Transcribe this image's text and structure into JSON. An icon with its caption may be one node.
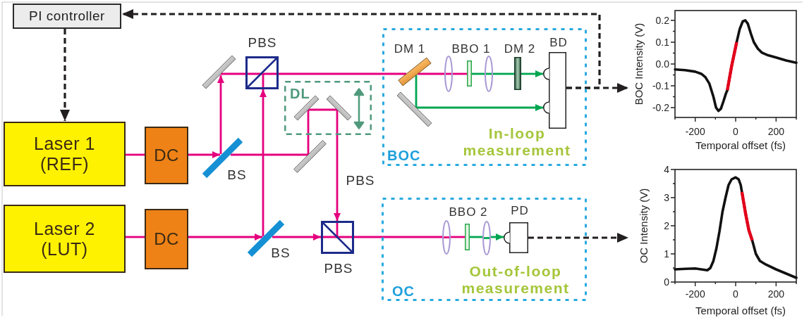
{
  "diagram": {
    "nodes": [
      {
        "text": [
          "PI controller"
        ]
      },
      {
        "text": [
          "Laser 1 (REF)"
        ]
      },
      {
        "text": [
          "DC"
        ]
      },
      {
        "text": [
          "BS"
        ]
      },
      {
        "text": [
          "Laser 2 (LUT)"
        ]
      },
      {
        "text": [
          "DC"
        ]
      },
      {
        "text": [
          "BS"
        ]
      },
      {
        "text": [],
        "shape": "bar"
      },
      {
        "text": [
          "PBS"
        ]
      },
      {
        "text": [
          "DL"
        ]
      },
      {
        "text": [],
        "shape": "bar",
        "in": 9
      },
      {
        "text": [],
        "shape": "bar",
        "in": 9
      },
      {
        "text": [],
        "shape": "bar"
      },
      {
        "text": [
          "PBS"
        ]
      },
      {
        "text": [
          "BOC",
          "In-loop measurement"
        ]
      },
      {
        "text": [
          "DM 1"
        ],
        "in": 14
      },
      {
        "text": [],
        "shape": "ellipse",
        "in": 14
      },
      {
        "text": [
          "BBO 1"
        ],
        "in": 14
      },
      {
        "text": [],
        "shape": "ellipse",
        "in": 14
      },
      {
        "text": [
          "DM 2"
        ],
        "in": 14
      },
      {
        "text": [
          "BD"
        ],
        "in": 14
      },
      {
        "text": [],
        "shape": "bar",
        "in": 14
      },
      {
        "text": [
          "OC",
          "Out-of-loop measurement"
        ]
      },
      {
        "text": [],
        "shape": "ellipse",
        "in": 22
      },
      {
        "text": [
          "BBO 2"
        ],
        "in": 22
      },
      {
        "text": [],
        "shape": "ellipse",
        "in": 22
      },
      {
        "text": [
          "PD"
        ],
        "in": 22
      },
      {
        "text": [
          "BOC Intensity (V)",
          "0.2",
          "0.1",
          "0.0",
          "-0.1",
          "-0.2",
          "-200",
          "0",
          "200",
          "Temporal offset (fs)"
        ]
      },
      {
        "text": [
          "OC Intensity (V)",
          "4",
          "3",
          "2",
          "1",
          "0",
          "-200",
          "0",
          "200",
          "Temporal offset (fs)"
        ]
      }
    ],
    "edges": [
      {
        "from": 20,
        "to": 0,
        "arrow": "to",
        "style": "dashed",
        "color": "#231f20"
      },
      {
        "from": 0,
        "to": 1,
        "arrow": "to",
        "style": "dashed",
        "color": "#231f20"
      },
      {
        "from": 20,
        "to": 27,
        "arrow": "to",
        "style": "dashed",
        "color": "#231f20"
      },
      {
        "from": 26,
        "to": 28,
        "arrow": "to",
        "style": "dashed",
        "color": "#231f20"
      },
      {
        "from": 1,
        "to": 2,
        "arrow": "none"
      },
      {
        "from": 2,
        "to": 3,
        "arrow": "to"
      },
      {
        "from": 3,
        "to": 7,
        "arrow": "to"
      },
      {
        "from": 7,
        "to": 8,
        "arrow": "none"
      },
      {
        "from": 3,
        "to": 12,
        "arrow": "none"
      },
      {
        "from": 12,
        "to": 10,
        "arrow": "none"
      },
      {
        "from": 10,
        "to": 11,
        "arrow": "none"
      },
      {
        "from": 11,
        "to": 13,
        "arrow": "to"
      },
      {
        "from": 4,
        "to": 5,
        "arrow": "none"
      },
      {
        "from": 5,
        "to": 6,
        "arrow": "to"
      },
      {
        "from": 6,
        "to": 8,
        "arrow": "to"
      },
      {
        "from": 6,
        "to": 13,
        "arrow": "to"
      },
      {
        "from": 8,
        "to": 15,
        "arrow": "none"
      },
      {
        "from": 15,
        "to": 16,
        "arrow": "none"
      },
      {
        "from": 16,
        "to": 17,
        "arrow": "none"
      },
      {
        "from": 17,
        "to": 18,
        "arrow": "none",
        "color": "#00a651"
      },
      {
        "from": 18,
        "to": 19,
        "arrow": "none",
        "color": "#00a651"
      },
      {
        "from": 19,
        "to": 20,
        "arrow": "to",
        "color": "#00a651"
      },
      {
        "from": 15,
        "to": 21,
        "arrow": "none",
        "color": "#00a651"
      },
      {
        "from": 21,
        "to": 20,
        "arrow": "to",
        "color": "#00a651"
      },
      {
        "from": 13,
        "to": 23,
        "arrow": "none"
      },
      {
        "from": 23,
        "to": 24,
        "arrow": "none"
      },
      {
        "from": 24,
        "to": 25,
        "arrow": "none",
        "color": "#00a651"
      },
      {
        "from": 25,
        "to": 26,
        "arrow": "to",
        "color": "#00a651"
      }
    ],
    "labels": [
      "PBS"
    ]
  }
}
